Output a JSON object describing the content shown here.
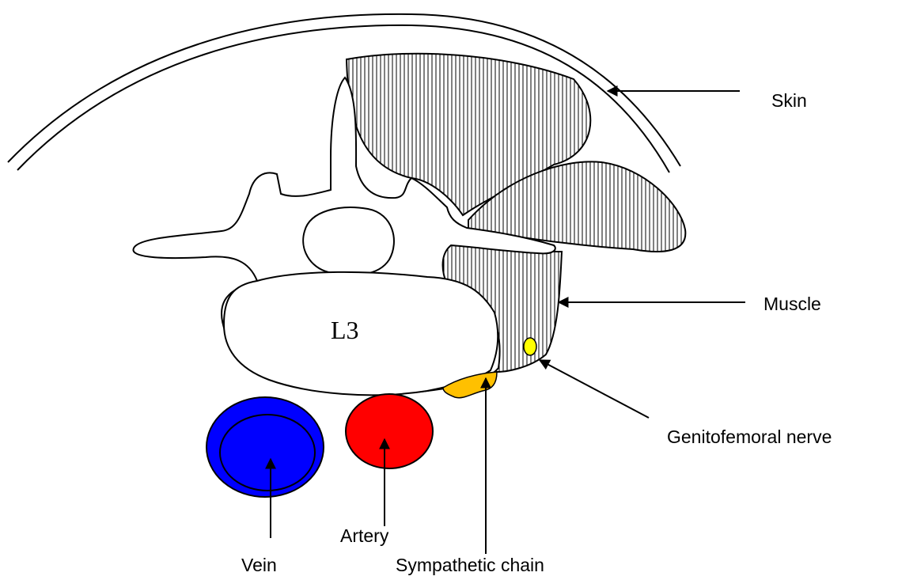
{
  "vertebra_label": "L3",
  "labels": {
    "skin": "Skin",
    "muscle": "Muscle",
    "genitofemoral_nerve": "Genitofemoral nerve",
    "vein": "Vein",
    "artery": "Artery",
    "sympathetic_chain": "Sympathetic chain"
  },
  "colors": {
    "vein": "#0000ff",
    "artery": "#ff0000",
    "sympathetic_chain": "#ffc000",
    "genitofemoral_nerve": "#ffff00",
    "outline": "#000000"
  }
}
